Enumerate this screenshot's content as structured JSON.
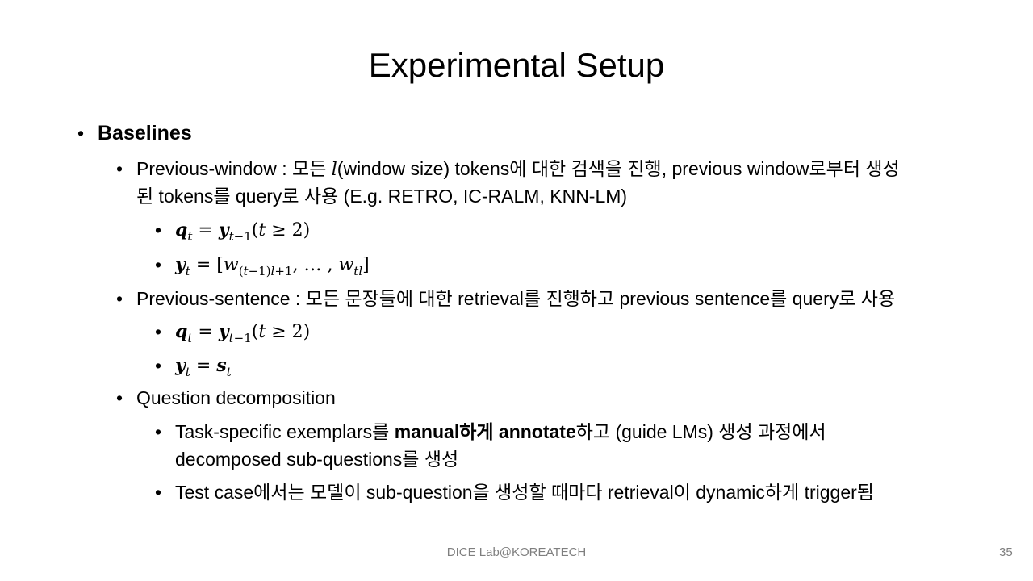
{
  "slide": {
    "title": "Experimental Setup",
    "footer": "DICE Lab@KOREATECH",
    "page_number": "35"
  },
  "content": {
    "bullet_char": "•",
    "baselines_heading": "Baselines",
    "prev_window": {
      "label": "Previous-window",
      "sep": " : 모든 ",
      "var_l": "l",
      "text_line1_rest": "(window size) tokens에 대한 검색을 진행, previous window로부터 생성",
      "text_line2": "된 tokens를 query로 사용 (E.g. RETRO, IC-RALM, KNN-LM)"
    },
    "prev_sentence": {
      "text": "Previous-sentence : 모든 문장들에 대한 retrieval를 진행하고 previous sentence를 query로 사용"
    },
    "question_decomp": {
      "text": "Question decomposition",
      "sub1_part1": "Task-specific exemplars를 ",
      "sub1_bold1": "manual하게 annotate",
      "sub1_part2": "하고 (guide LMs) 생성 과정에서",
      "sub1_line2": "decomposed sub-questions를 생성",
      "sub2": "Test case에서는 모델이 sub-question을 생성할 때마다 retrieval이 dynamic하게 trigger됨"
    }
  }
}
